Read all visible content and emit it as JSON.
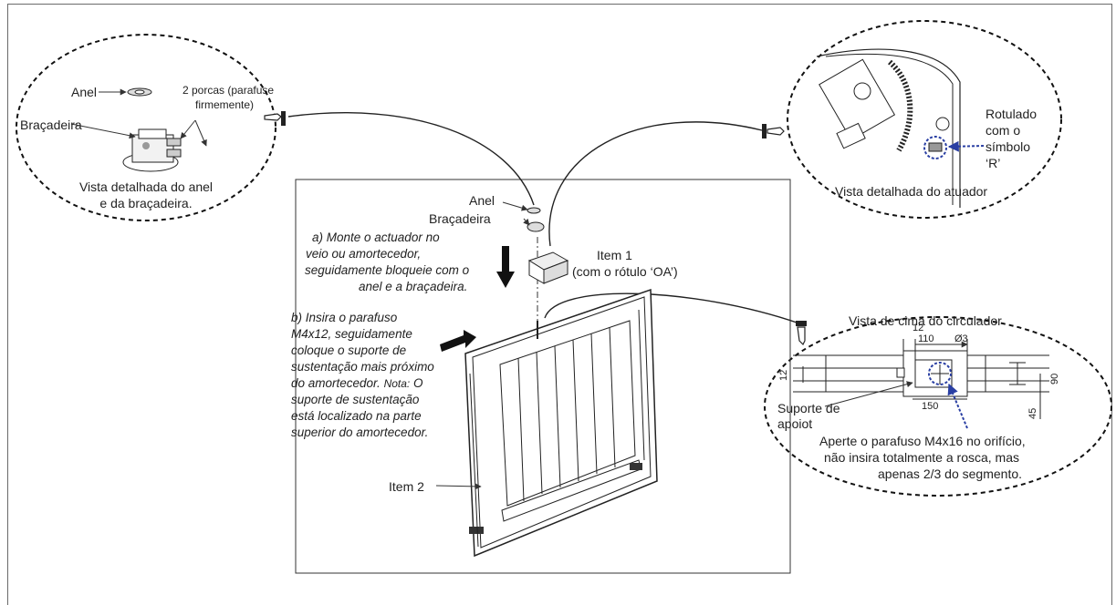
{
  "anel_detail": {
    "anel": "Anel",
    "porcas_line1": "2 porcas (parafuse",
    "porcas_line2": "firmemente)",
    "bracadeira": "Braçadeira",
    "caption_line1": "Vista detalhada do anel",
    "caption_line2": "e da braçadeira."
  },
  "actuator_detail": {
    "rotulado_line1": "Rotulado",
    "rotulado_line2": "com o",
    "rotulado_line3": "símbolo",
    "rotulado_line4": "‘R’",
    "caption": "Vista detalhada do atuador"
  },
  "main": {
    "anel": "Anel",
    "bracadeira": "Braçadeira",
    "step_a": [
      "a) Monte o actuador no",
      "veio ou amortecedor,",
      "seguidamente bloqueie com o",
      "anel e a braçadeira."
    ],
    "step_b_prefix": "b) Insira o parafuso",
    "step_b": [
      "M4x12, seguidamente",
      "coloque o suporte de",
      "sustentação mais próximo"
    ],
    "step_b_note_prefix": "do amortecedor. ",
    "step_b_note_label": "Nota:",
    "step_b_note_suffix": " O",
    "step_b_rest": [
      "suporte de sustentação",
      "está localizado na parte",
      "superior do amortecedor."
    ],
    "item1_line1": "Item 1",
    "item1_line2": "(com o rótulo ‘OA’)",
    "item2": "Item 2"
  },
  "circulator_detail": {
    "title": "Vista de cima do circulador",
    "suporte_line1": "Suporte de",
    "suporte_line2": "apoiot",
    "dim_12_top": "12",
    "dim_110": "110",
    "dim_phi3": "Ø3",
    "dim_12_left": "12",
    "dim_150": "150",
    "dim_90": "90",
    "dim_45": "45",
    "instruction_line1": "Aperte o parafuso M4x16 no orifício,",
    "instruction_line2": "não insira totalmente a rosca, mas",
    "instruction_line3": "apenas 2/3 do segmento."
  },
  "colors": {
    "highlight": "#2a3fa3",
    "line": "#222222",
    "frame": "#6a6a6a"
  }
}
